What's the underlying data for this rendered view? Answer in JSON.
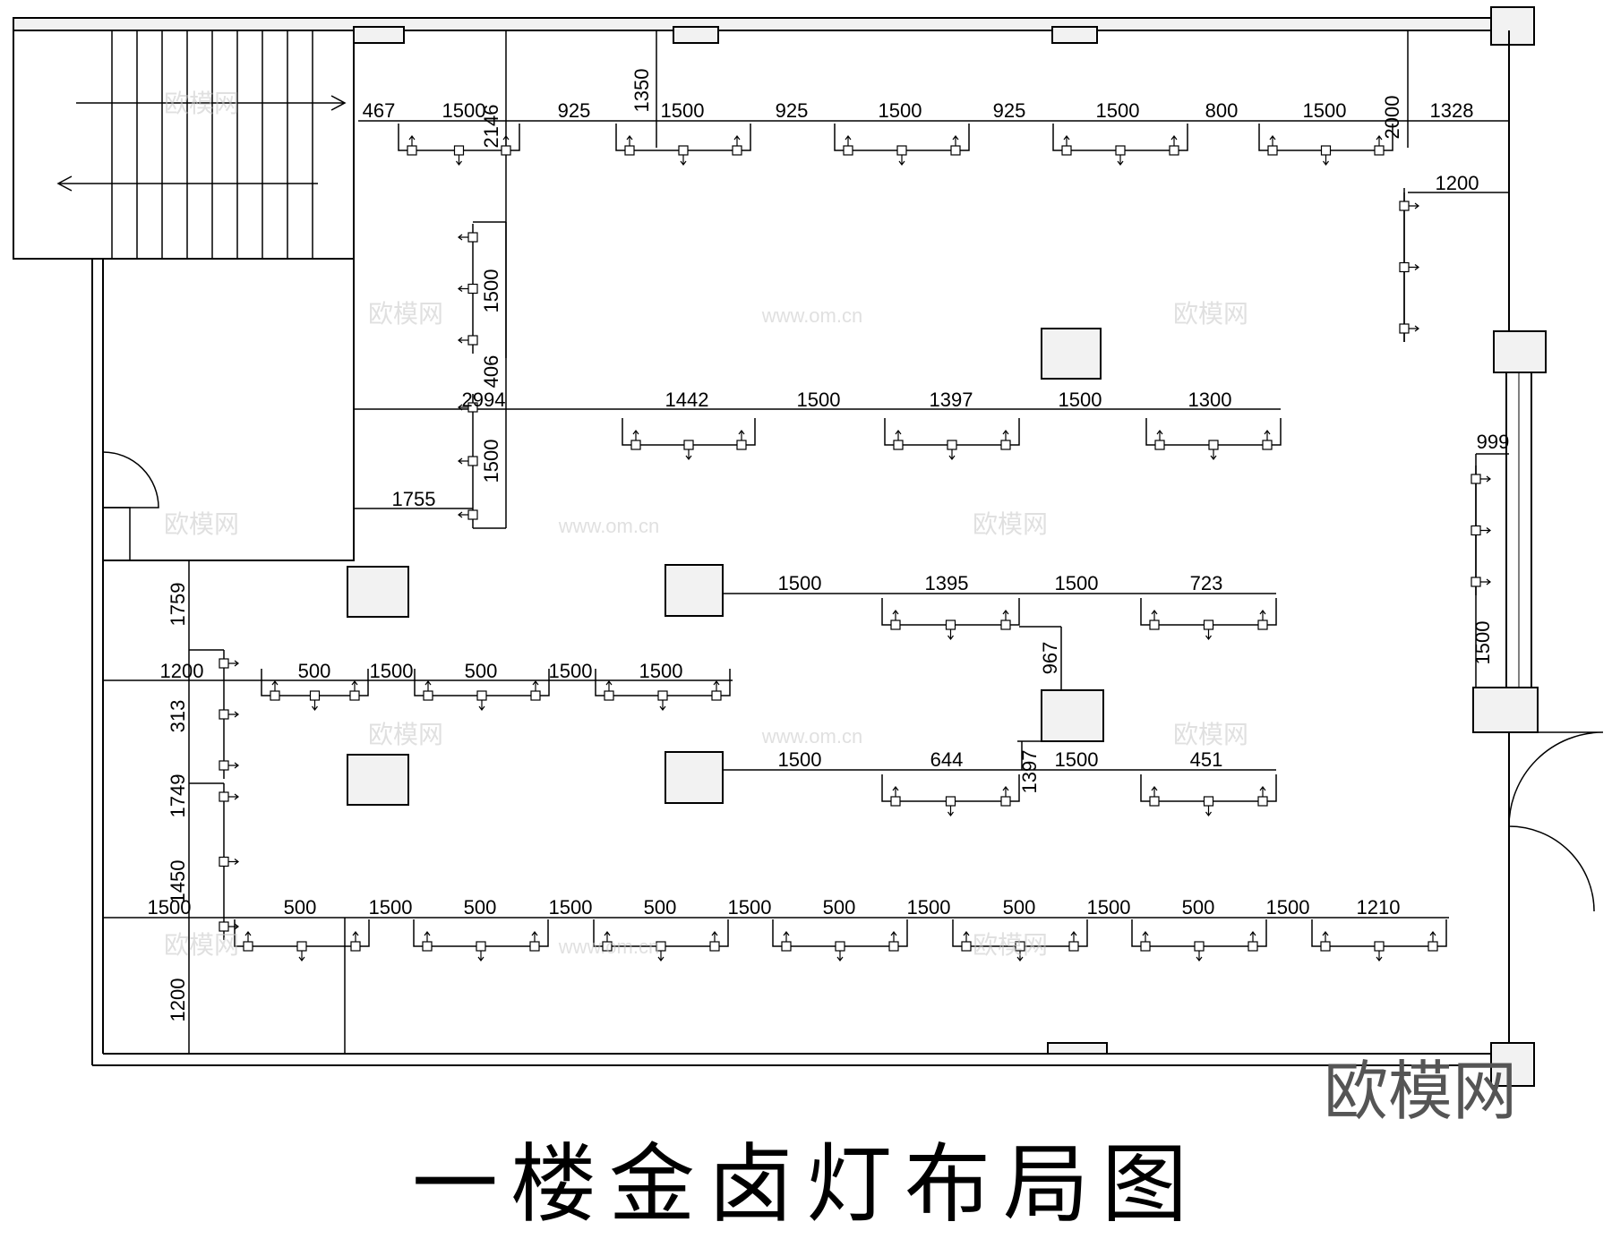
{
  "title": "一楼金卤灯布局图",
  "logo": "欧模网",
  "watermark": {
    "text": "欧模网",
    "url": "www.om.cn"
  },
  "dimensions": [
    "467",
    "1500",
    "2146",
    "1350",
    "925",
    "1500",
    "925",
    "1500",
    "925",
    "1500",
    "800",
    "1500",
    "2000",
    "1328",
    "1200",
    "1500",
    "406",
    "2994",
    "1500",
    "1442",
    "1500",
    "1397",
    "1500",
    "1300",
    "1755",
    "1500",
    "1395",
    "1500",
    "723",
    "967",
    "1759",
    "1200",
    "500",
    "1500",
    "500",
    "1500",
    "1500",
    "313",
    "1749",
    "1500",
    "644",
    "1397",
    "1500",
    "451",
    "999",
    "1500",
    "1450",
    "1500",
    "500",
    "1500",
    "500",
    "1500",
    "500",
    "1500",
    "500",
    "1500",
    "500",
    "1500",
    "500",
    "1500",
    "1210",
    "1200"
  ],
  "colors": {
    "line": "#000000",
    "column_fill": "#f2f2f2",
    "watermark": "#c8c8c8"
  }
}
